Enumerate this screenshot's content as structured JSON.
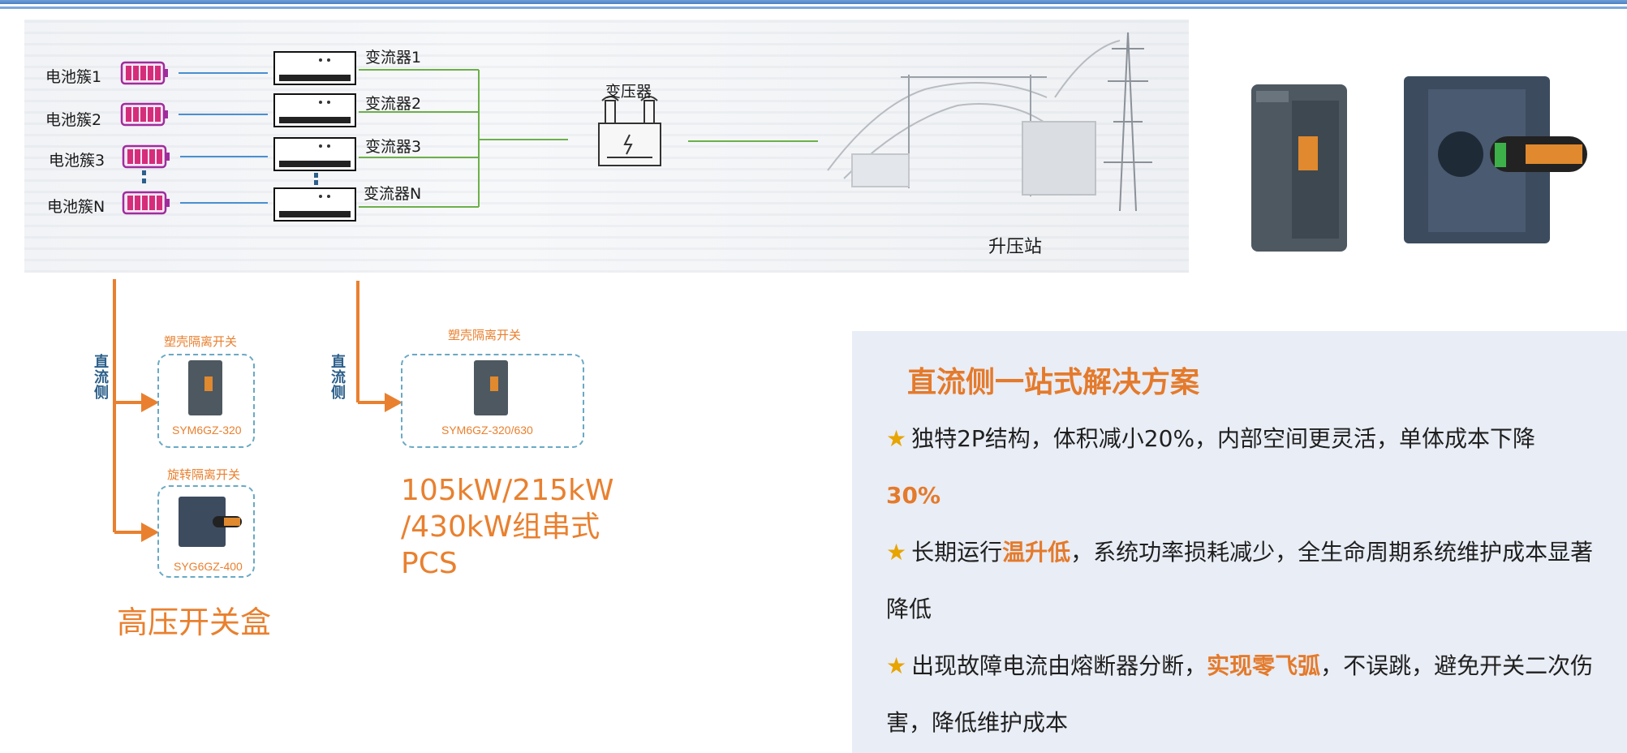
{
  "battery_labels": [
    "电池簇1",
    "电池簇2",
    "电池簇3",
    "电池簇N"
  ],
  "inverter_labels": [
    "变流器1",
    "变流器2",
    "变流器3",
    "变流器N"
  ],
  "transformer_label": "变压器",
  "substation_label": "升压站",
  "dc_side_label": "直流侧",
  "switchbox": {
    "moulded_label": "塑壳隔离开关",
    "moulded_model": "SYM6GZ-320",
    "rotary_label": "旋转隔离开关",
    "rotary_model": "SYG6GZ-400",
    "title": "高压开关盒"
  },
  "pcs": {
    "moulded_label": "塑壳隔离开关",
    "model": "SYM6GZ-320/630",
    "line1": "105kW/215kW",
    "line2": "/430kW组串式",
    "line3": "PCS"
  },
  "solution": {
    "title": "直流侧一站式解决方案",
    "b1_text": "独特2P结构，体积减小20%，内部空间更灵活，单体成本下降",
    "b1_hl": "30%",
    "b2_pre": "长期运行",
    "b2_hl": "温升低",
    "b2_post": "，系统功率损耗减少，全生命周期系统维护成本显著降低",
    "b3_pre": "出现故障电流由熔断器分断，",
    "b3_hl": "实现零飞弧",
    "b3_post": "，不误跳，避免开关二次伤害，降低维护成本"
  },
  "colors": {
    "accent_orange": "#e9802f",
    "line_blue": "#4a8fd0",
    "line_green": "#6cb04a",
    "panel_bg": "#e9edf5"
  }
}
